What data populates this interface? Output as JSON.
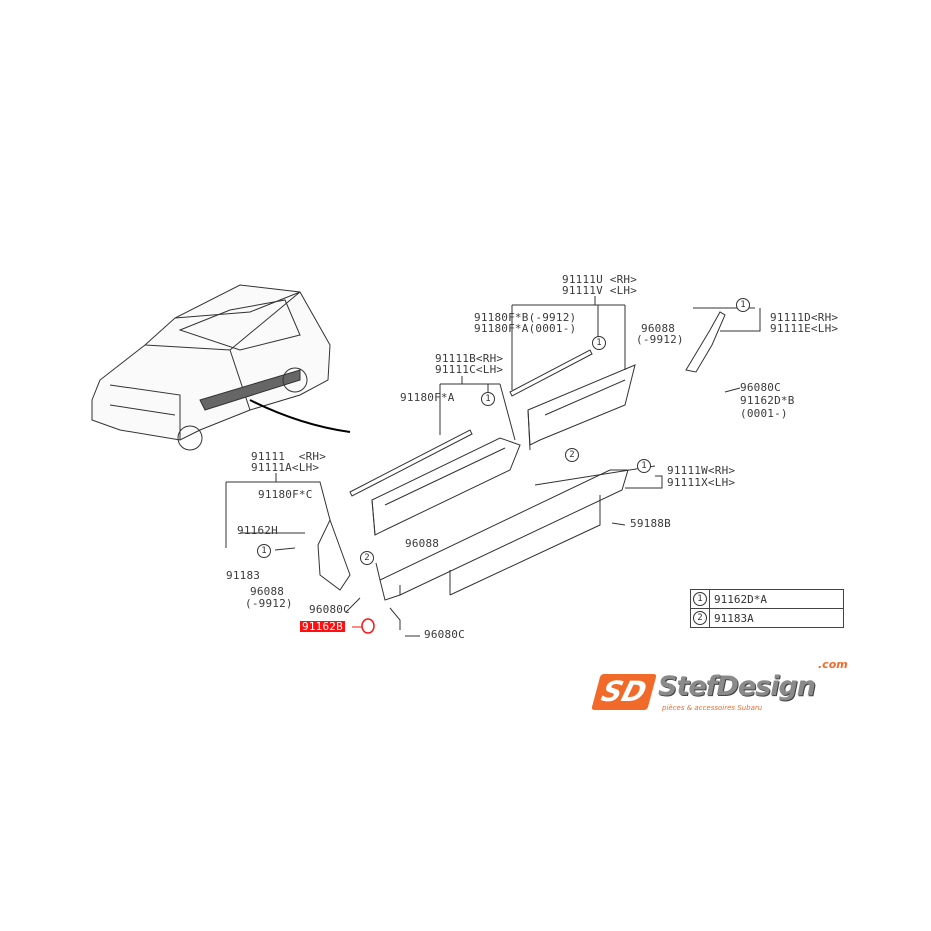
{
  "labels": {
    "u_rh": "91111U <RH>",
    "v_lh": "91111V <LH>",
    "f_b": "91180F*B(-9912)",
    "f_a2": "91180F*A(0001-)",
    "b_rh": "91111B<RH>",
    "c_lh": "91111C<LH>",
    "f_a": "91180F*A",
    "c96088_top": "96088",
    "c96088_top_note": "(-9912)",
    "d_rh": "91111D<RH>",
    "e_lh": "91111E<LH>",
    "s96080c_top": "96080C",
    "d162b": "91162D*B",
    "d162b_note": "(0001-)",
    "w_rh": "91111W<RH>",
    "x_lh": "91111X<LH>",
    "c59188b": "59188B",
    "main_rh": "91111  <RH>",
    "main_lh": "91111A<LH>",
    "f_c": "91180F*C",
    "h162": "91162H",
    "c91183": "91183",
    "c96088_left": "96088",
    "c96088_left_note": "(-9912)",
    "s96080c_left": "96080C",
    "highlight_part": "91162B",
    "c96088_mid": "96088",
    "s96080c_bottom": "96080C"
  },
  "callouts": {
    "one": "1",
    "two": "2"
  },
  "legend": [
    {
      "num": "1",
      "part": "91162D*A"
    },
    {
      "num": "2",
      "part": "91183A"
    }
  ],
  "logo": {
    "mark": "SD",
    "name": "StefDesign",
    "com": ".com",
    "tagline": "pièces & accessoires Subaru"
  },
  "colors": {
    "highlight": "#ff1010",
    "brand": "#f26a2a"
  }
}
